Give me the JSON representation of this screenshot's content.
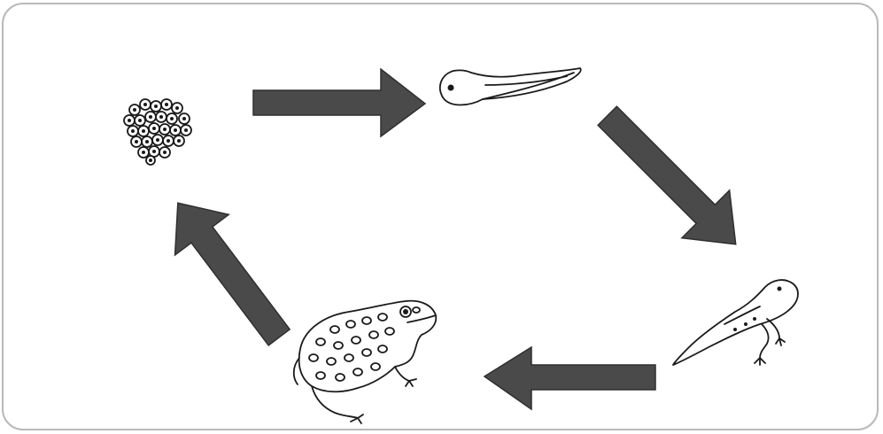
{
  "diagram": {
    "stages": [
      {
        "key": "eggs",
        "icon": "frog-eggs-icon"
      },
      {
        "key": "tadpole",
        "icon": "tadpole-icon"
      },
      {
        "key": "tadpole-with-legs",
        "icon": "tadpole-with-legs-icon"
      },
      {
        "key": "frog",
        "icon": "frog-icon"
      }
    ],
    "arrows": [
      {
        "from": "eggs",
        "to": "tadpole",
        "direction": "right"
      },
      {
        "from": "tadpole",
        "to": "tadpole-with-legs",
        "direction": "down-right"
      },
      {
        "from": "tadpole-with-legs",
        "to": "frog",
        "direction": "left"
      },
      {
        "from": "frog",
        "to": "eggs",
        "direction": "up-left"
      }
    ],
    "colors": {
      "arrow": "#4a4a4a",
      "frame": "#b9b9b9",
      "ink": "#1a1a1a",
      "background": "#ffffff"
    }
  }
}
